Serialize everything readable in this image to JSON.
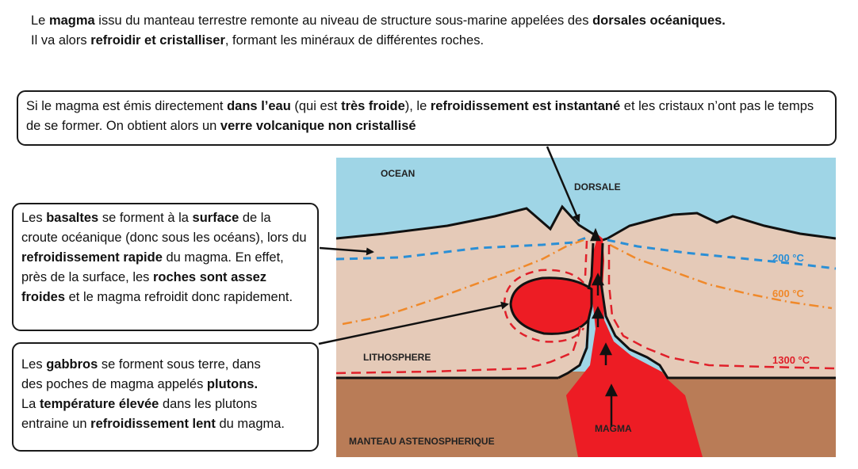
{
  "intro": {
    "line1": [
      {
        "t": "Le ",
        "b": false
      },
      {
        "t": "magma",
        "b": true
      },
      {
        "t": " issu du manteau terrestre remonte au niveau de structure sous-marine appelées des ",
        "b": false
      },
      {
        "t": "dorsales océaniques.",
        "b": true
      }
    ],
    "line2": [
      {
        "t": "Il va alors ",
        "b": false
      },
      {
        "t": "refroidir et cristalliser",
        "b": true
      },
      {
        "t": ", formant les minéraux de différentes roches.",
        "b": false
      }
    ]
  },
  "box_verre": [
    {
      "t": "Si le magma est émis directement ",
      "b": false
    },
    {
      "t": "dans l’eau",
      "b": true
    },
    {
      "t": " (qui est ",
      "b": false
    },
    {
      "t": "très froide",
      "b": true
    },
    {
      "t": "), le ",
      "b": false
    },
    {
      "t": "refroidissement est instantané",
      "b": true
    },
    {
      "t": " et les cristaux n’ont pas le temps de se former. On obtient alors un ",
      "b": false
    },
    {
      "t": "verre volcanique non cristallisé",
      "b": true
    }
  ],
  "box_basalte": [
    {
      "t": "Les ",
      "b": false
    },
    {
      "t": "basaltes",
      "b": true
    },
    {
      "t": " se forment à la ",
      "b": false
    },
    {
      "t": "surface",
      "b": true
    },
    {
      "t": " de la croute océanique (donc sous les océans), lors du ",
      "b": false
    },
    {
      "t": "refroidissement rapide",
      "b": true
    },
    {
      "t": " du magma. En effet, près de la surface, les ",
      "b": false
    },
    {
      "t": "roches sont assez froides",
      "b": true
    },
    {
      "t": " et le magma refroidit donc rapidement.",
      "b": false
    }
  ],
  "box_gabbro": {
    "lines": [
      [
        {
          "t": "Les ",
          "b": false
        },
        {
          "t": "gabbros",
          "b": true
        },
        {
          "t": " se forment sous terre, dans",
          "b": false
        }
      ],
      [
        {
          "t": "des poches de magma appelés ",
          "b": false
        },
        {
          "t": "plutons.",
          "b": true
        }
      ],
      [
        {
          "t": "La ",
          "b": false
        },
        {
          "t": "température élevée",
          "b": true
        },
        {
          "t": " dans les plutons",
          "b": false
        }
      ],
      [
        {
          "t": " entraine un ",
          "b": false
        },
        {
          "t": "refroidissement lent",
          "b": true
        },
        {
          "t": " du magma.",
          "b": false
        }
      ]
    ]
  },
  "diagram": {
    "labels": {
      "ocean": "OCEAN",
      "dorsale": "DORSALE",
      "lithosphere": "LITHOSPHERE",
      "manteau": "MANTEAU ASTENOSPHERIQUE",
      "magma": "MAGMA"
    },
    "isotherms": {
      "t200": "200 °C",
      "t600": "600 °C",
      "t1300": "1300 °C"
    },
    "colors": {
      "ocean": "#9fd5e6",
      "lithosphere": "#e5cab8",
      "mantle": "#b97c57",
      "magma": "#ed1c24",
      "iso200": "#2a8fd6",
      "iso600": "#f0892a",
      "iso1300": "#e0202a",
      "dark_line": "#111111"
    }
  }
}
